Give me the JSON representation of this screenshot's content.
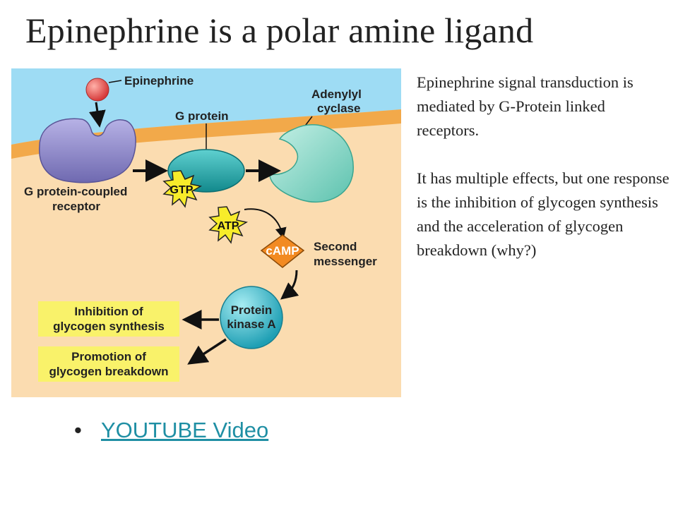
{
  "slide": {
    "title": "Epinephrine is a polar amine ligand",
    "paragraphs": [
      "Epinephrine signal transduction is mediated by G-Protein linked receptors.",
      "It has multiple effects, but one response is the inhibition of glycogen synthesis and the acceleration of glycogen breakdown (why?)"
    ],
    "bullet": {
      "symbol": "•",
      "link_text": "YOUTUBE Video"
    }
  },
  "diagram": {
    "labels": {
      "epinephrine": "Epinephrine",
      "g_protein": "G protein",
      "adenylyl_1": "Adenylyl",
      "adenylyl_2": "cyclase",
      "gpcr_1": "G protein-coupled",
      "gpcr_2": "receptor",
      "gtp": "GTP",
      "atp": "ATP",
      "camp": "cAMP",
      "second_1": "Second",
      "second_2": "messenger",
      "pka_1": "Protein",
      "pka_2": "kinase A"
    },
    "outcomes": [
      {
        "line1": "Inhibition of",
        "line2": "glycogen synthesis"
      },
      {
        "line1": "Promotion of",
        "line2": "glycogen breakdown"
      }
    ],
    "colors": {
      "extracellular": "#9edcf4",
      "membrane": "#f2a94a",
      "cytoplasm": "#fbdcb0",
      "receptor": "#8c86c8",
      "g_protein": "#1fa6a8",
      "adenylyl_cyclase": "#7fd3c2",
      "starburst": "#f7ec2a",
      "camp_diamond": "#f28a22",
      "protein_kinase": "#34b2c6",
      "outcome_box": "#f9f26a",
      "ligand": "#e04848"
    }
  }
}
